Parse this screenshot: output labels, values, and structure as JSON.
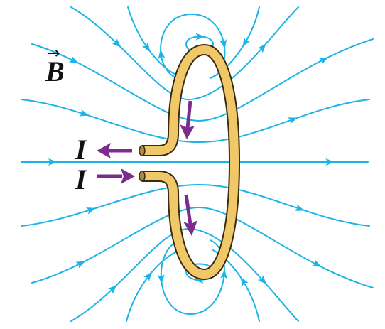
{
  "labels": {
    "field": "B",
    "field_vector_mark": "→",
    "current_top": "I",
    "current_bottom": "I"
  },
  "colors": {
    "field_lines": "#1bb4e8",
    "wire_fill": "#f1c867",
    "wire_outline": "#3a2a10",
    "current_arrows": "#7c2c8c",
    "text": "#111111"
  }
}
